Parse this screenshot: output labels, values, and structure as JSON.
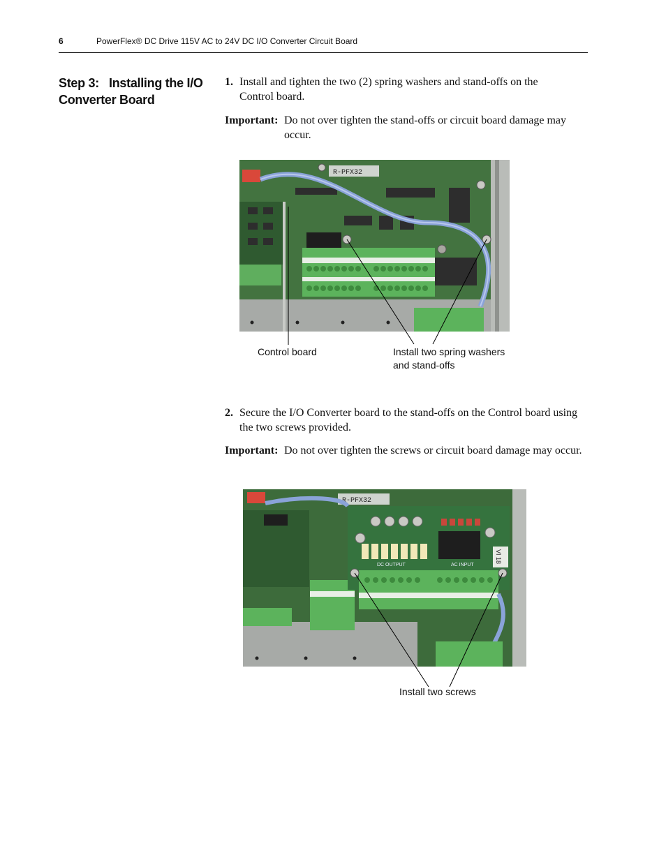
{
  "header": {
    "page_number": "6",
    "running_title": "PowerFlex® DC Drive 115V AC to 24V DC I/O Converter Circuit Board"
  },
  "section": {
    "title_line1": "Step 3:   Installing the I/O",
    "title_line2": "Converter Board"
  },
  "step1": {
    "number": "1.",
    "text": "Install and tighten the two (2) spring washers and stand-offs on the Control board.",
    "important_label": "Important:",
    "important_text": "Do not over tighten the stand-offs or circuit board damage may occur."
  },
  "figure1": {
    "board_label": "R-PFX32",
    "caption_left": "Control board",
    "caption_right_line1": "Install two spring washers",
    "caption_right_line2": "and stand-offs"
  },
  "step2": {
    "number": "2.",
    "text": "Secure the I/O Converter board to the stand-offs on the Control board using the two screws provided.",
    "important_label": "Important:",
    "important_text": "Do not over tighten the screws or circuit board damage may occur."
  },
  "figure2": {
    "board_label": "R-PFX32",
    "dc_output_label": "DC  OUTPUT",
    "ac_input_label": "AC  INPUT",
    "vi_label": "VI 18",
    "caption": "Install two screws"
  }
}
